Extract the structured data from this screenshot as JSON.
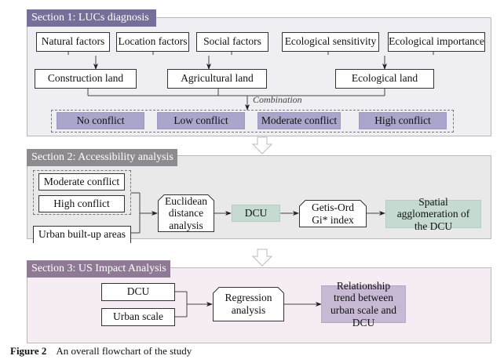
{
  "colors": {
    "section1_header": "#756f99",
    "section1_bg": "#eeeef3",
    "section2_header": "#8d8b90",
    "section2_bg": "#e9e9ea",
    "section3_header": "#8f7a96",
    "section3_bg": "#f5edf3",
    "conflict_fill": "#a9a6cc",
    "green_fill": "#c5dbd2",
    "purple_fill": "#c7b9d4"
  },
  "section1": {
    "title": "Section 1: LUCs diagnosis",
    "factors": [
      "Natural factors",
      "Location factors",
      "Social factors",
      "Ecological sensitivity",
      "Ecological importance"
    ],
    "lands": [
      "Construction land",
      "Agricultural land",
      "Ecological land"
    ],
    "combination_label": "Combination",
    "conflicts": [
      "No conflict",
      "Low conflict",
      "Moderate conflict",
      "High conflict"
    ]
  },
  "section2": {
    "title": "Section 2: Accessibility analysis",
    "inputs": [
      "Moderate conflict",
      "High conflict",
      "Urban built-up areas"
    ],
    "euclidean": "Euclidean distance analysis",
    "dcu": "DCU",
    "getis": "Getis-Ord Gi* index",
    "spatial": "Spatial agglomeration of the DCU"
  },
  "section3": {
    "title": "Section 3: US Impact Analysis",
    "inputs": [
      "DCU",
      "Urban scale"
    ],
    "regression": "Regression analysis",
    "relationship": "Relationship trend between urban scale and DCU"
  },
  "caption": {
    "label": "Figure 2",
    "text": "An overall flowchart of the study"
  }
}
